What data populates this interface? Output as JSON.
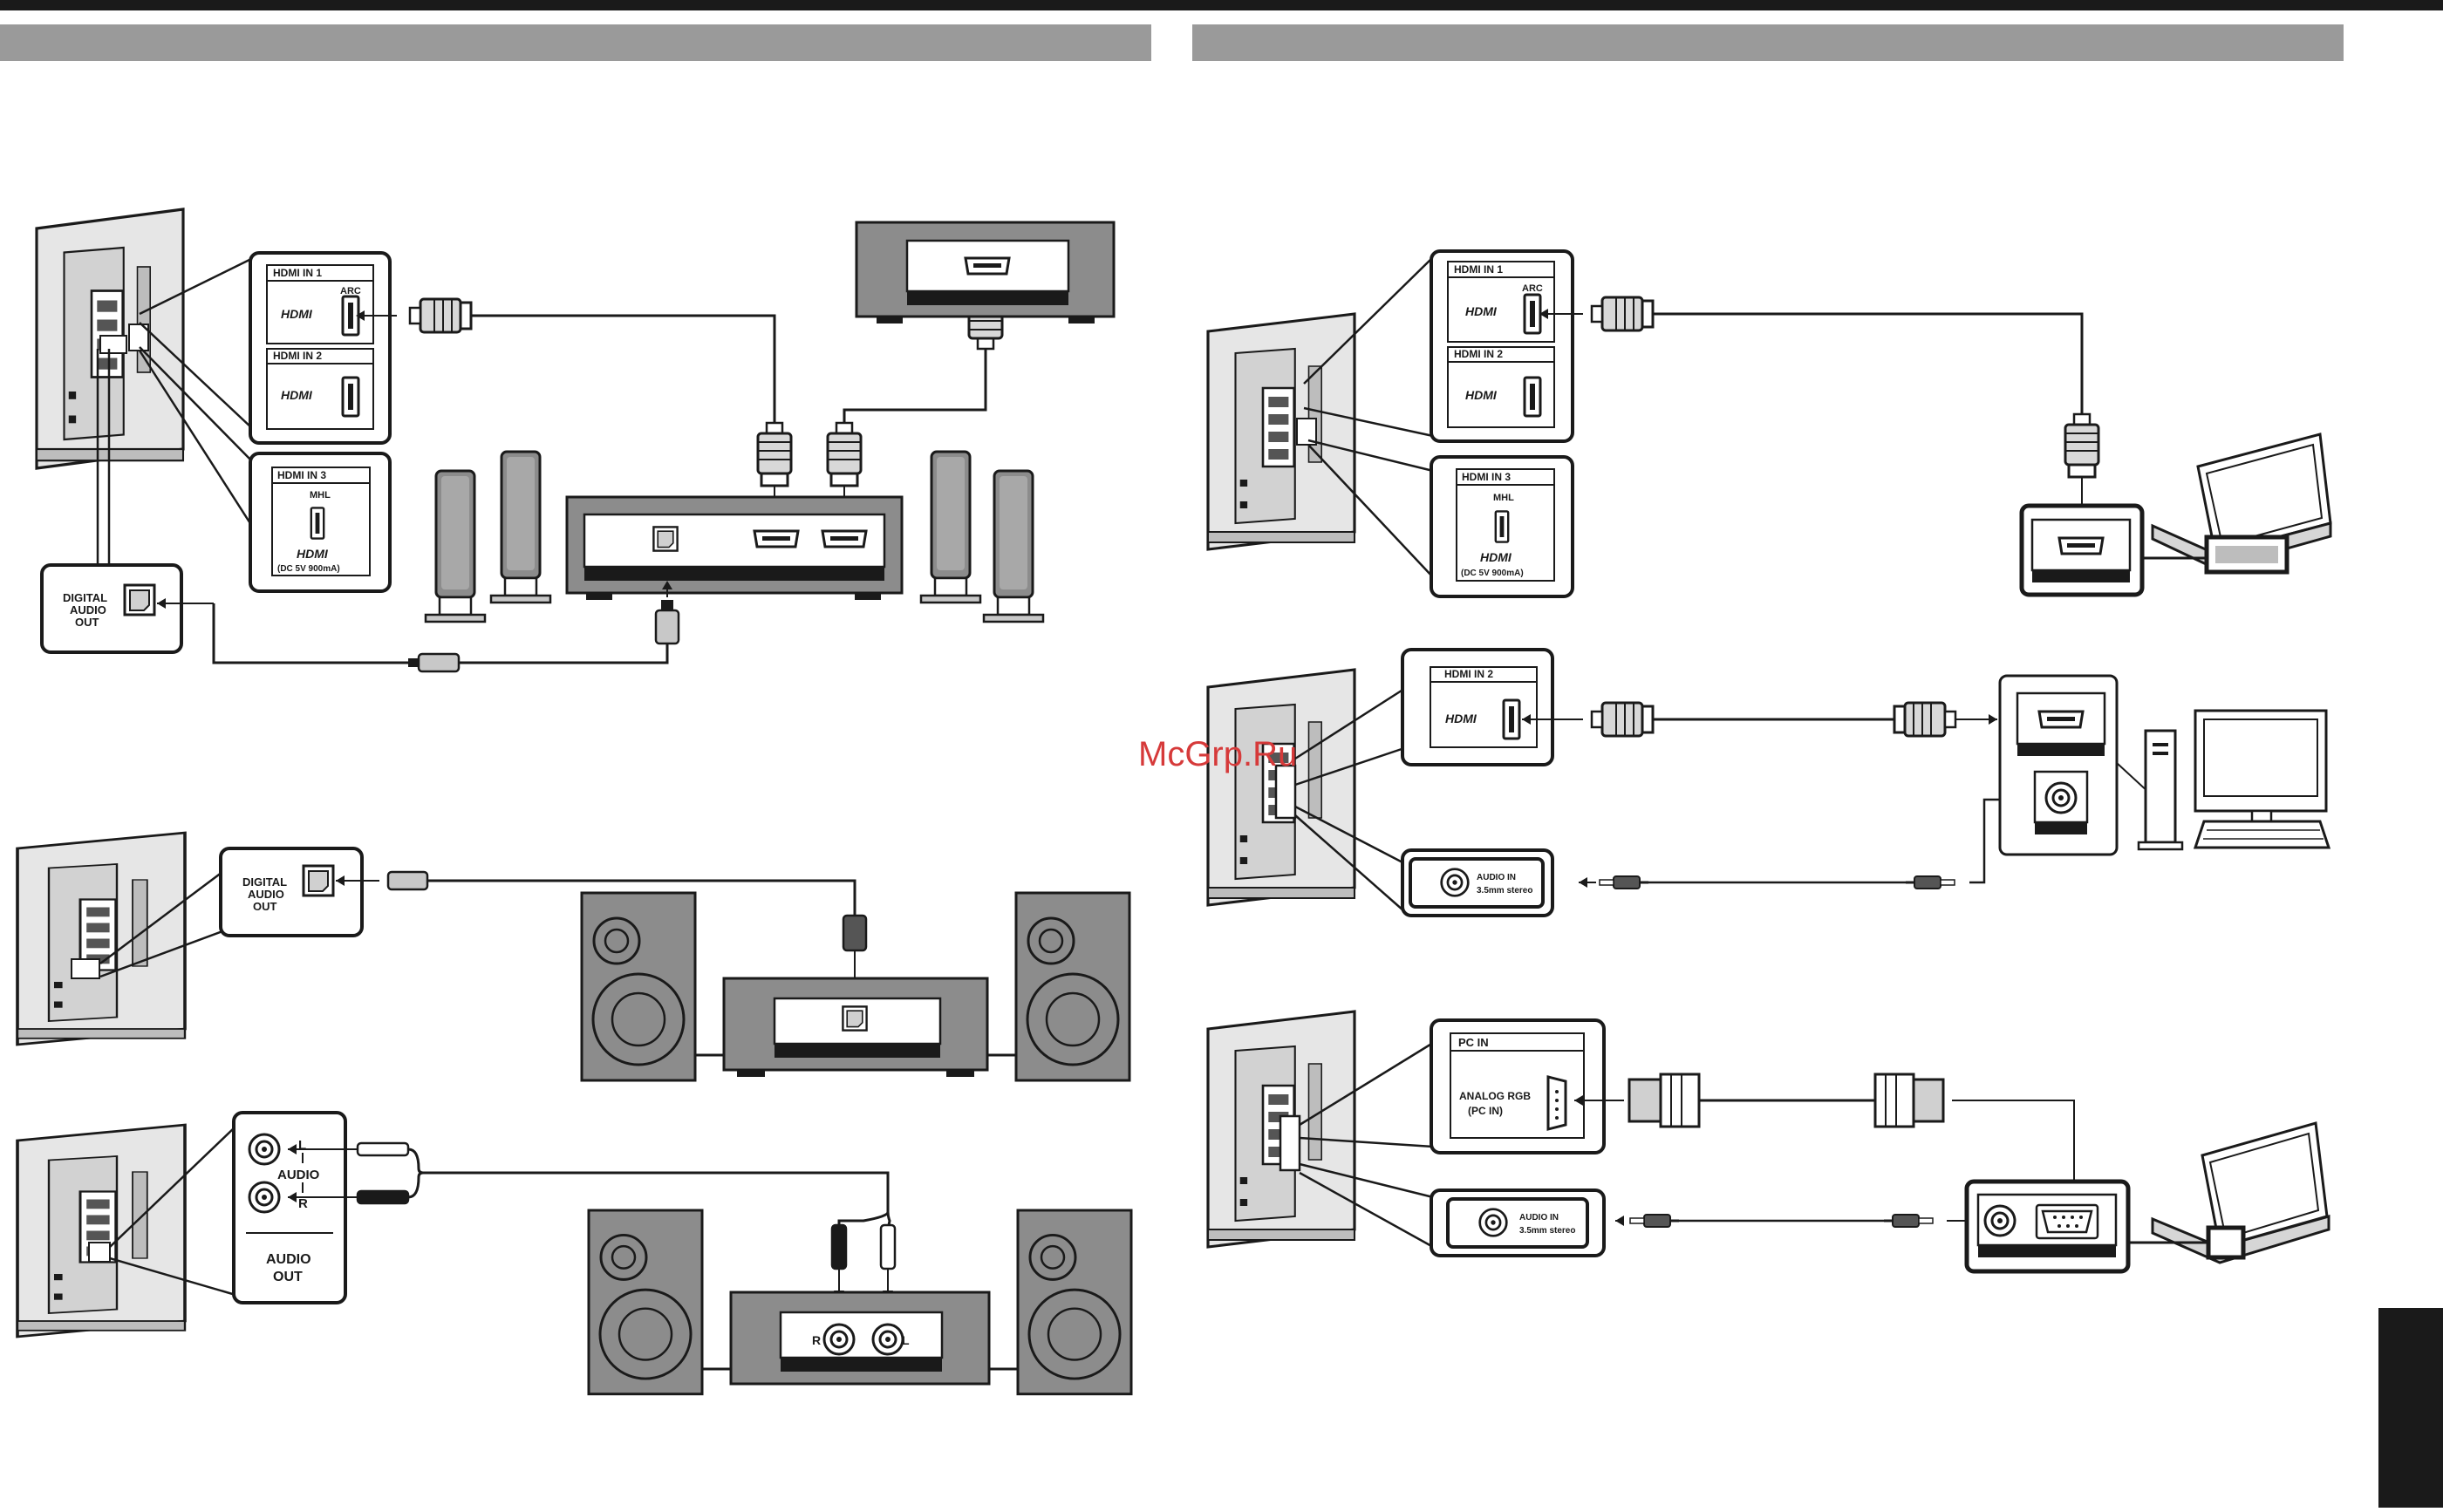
{
  "labels": {
    "hdmi_in_1": "HDMI IN 1",
    "hdmi_in_2": "HDMI IN 2",
    "hdmi_in_3": "HDMI IN 3",
    "hdmi_logo": "HDMI",
    "arc": "ARC",
    "mhl": "MHL",
    "dc_rating": "(DC 5V  900mA)",
    "digital_audio_out_1": "DIGITAL",
    "digital_audio_out_2": "AUDIO",
    "digital_audio_out_3": "OUT",
    "audio_l": "L",
    "audio_r": "R",
    "audio": "AUDIO",
    "audio_out_1": "AUDIO",
    "audio_out_2": "OUT",
    "amp_r": "R",
    "amp_l": "L",
    "pc_in": "PC IN",
    "analog_rgb_1": "ANALOG RGB",
    "analog_rgb_2": "(PC IN)",
    "audio_in": "AUDIO IN",
    "stereo_35": "3.5mm stereo",
    "watermark": "McGrp.Ru"
  },
  "colors": {
    "ink": "#1a1a1a",
    "device_gray": "#8c8c8c",
    "light_gray": "#c8c8c8",
    "header_bar": "#9a9a9a",
    "watermark": "#d63a3a"
  }
}
